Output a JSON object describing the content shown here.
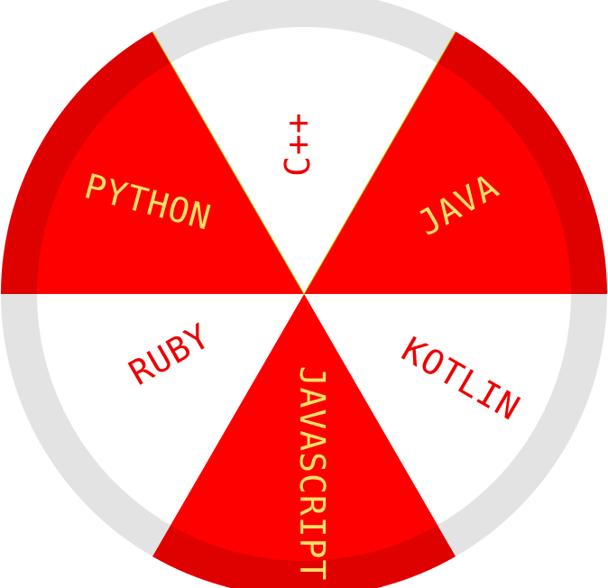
{
  "wheel": {
    "colors": {
      "red_rim": "#df0000",
      "red_inner": "#ff0000",
      "white_rim": "#e3e3e3",
      "white_inner": "#ffffff",
      "label_on_red": "#ffe066",
      "label_on_white": "#ee0000",
      "divider": "#c8c800"
    },
    "segments": [
      {
        "id": "cpp",
        "label": "C++",
        "fill": "white",
        "icon": "none"
      },
      {
        "id": "java",
        "label": "JAVA",
        "fill": "red",
        "icon": "none"
      },
      {
        "id": "kotlin",
        "label": "KOTLIN",
        "fill": "white",
        "icon": "none"
      },
      {
        "id": "javascript",
        "label": "JAVASCRIPT",
        "fill": "red",
        "icon": "none"
      },
      {
        "id": "ruby",
        "label": "RUBY",
        "fill": "white",
        "icon": "none"
      },
      {
        "id": "python",
        "label": "PYTHON",
        "fill": "red",
        "icon": "none"
      }
    ]
  }
}
